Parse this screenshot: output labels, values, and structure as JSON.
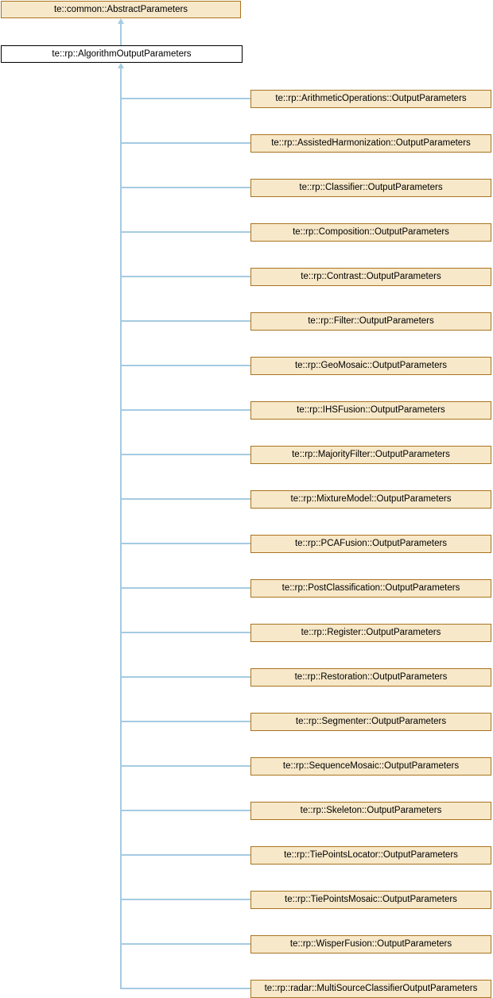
{
  "diagram": {
    "type": "class-inheritance-graph",
    "root_label": "te::common::AbstractParameters",
    "current_label": "te::rp::AlgorithmOutputParameters",
    "children": [
      "te::rp::ArithmeticOperations::OutputParameters",
      "te::rp::AssistedHarmonization::OutputParameters",
      "te::rp::Classifier::OutputParameters",
      "te::rp::Composition::OutputParameters",
      "te::rp::Contrast::OutputParameters",
      "te::rp::Filter::OutputParameters",
      "te::rp::GeoMosaic::OutputParameters",
      "te::rp::IHSFusion::OutputParameters",
      "te::rp::MajorityFilter::OutputParameters",
      "te::rp::MixtureModel::OutputParameters",
      "te::rp::PCAFusion::OutputParameters",
      "te::rp::PostClassification::OutputParameters",
      "te::rp::Register::OutputParameters",
      "te::rp::Restoration::OutputParameters",
      "te::rp::Segmenter::OutputParameters",
      "te::rp::SequenceMosaic::OutputParameters",
      "te::rp::Skeleton::OutputParameters",
      "te::rp::TiePointsLocator::OutputParameters",
      "te::rp::TiePointsMosaic::OutputParameters",
      "te::rp::WisperFusion::OutputParameters",
      "te::rp::radar::MultiSourceClassifierOutputParameters"
    ],
    "colors": {
      "node_fill": "#f7e8c9",
      "node_border": "#a9741f",
      "current_fill": "#ffffff",
      "current_border": "#000000",
      "edge": "#a5cbe2",
      "text": "#000000"
    }
  }
}
